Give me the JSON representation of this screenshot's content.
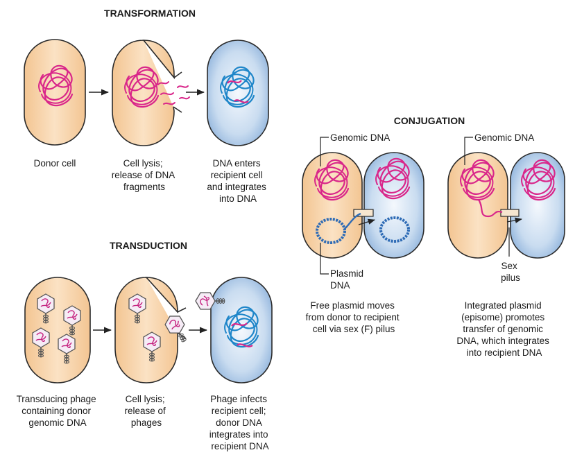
{
  "transformation": {
    "title": "TRANSFORMATION",
    "captions": {
      "donor": [
        "Donor cell"
      ],
      "lysis": [
        "Cell lysis;",
        "release of DNA",
        "fragments"
      ],
      "enter": [
        "DNA enters",
        "recipient cell",
        "and integrates",
        "into DNA"
      ]
    }
  },
  "transduction": {
    "title": "TRANSDUCTION",
    "captions": {
      "phage": [
        "Transducing phage",
        "containing donor",
        "genomic DNA"
      ],
      "lysis": [
        "Cell lysis;",
        "release of",
        "phages"
      ],
      "infect": [
        "Phage infects",
        "recipient cell;",
        "donor DNA",
        "integrates into",
        "recipient DNA"
      ]
    }
  },
  "conjugation": {
    "title": "CONJUGATION",
    "genomic_label": "Genomic DNA",
    "plasmid_label": [
      "Plasmid",
      "DNA"
    ],
    "pilus_label": [
      "Sex",
      "pilus"
    ],
    "captions": {
      "free": [
        "Free plasmid moves",
        "from donor to recipient",
        "cell via sex (F) pilus"
      ],
      "integrated": [
        "Integrated plasmid",
        "(episome) promotes",
        "transfer of genomic",
        "DNA, which integrates",
        "into recipient DNA"
      ]
    }
  },
  "colors": {
    "donor_fill": "#f7d3a9",
    "recipient_fill": "#c4d8ee",
    "magenta_dna": "#d9268a",
    "blue_dna": "#1f86c9",
    "plasmid_blue": "#2e6bb5"
  }
}
